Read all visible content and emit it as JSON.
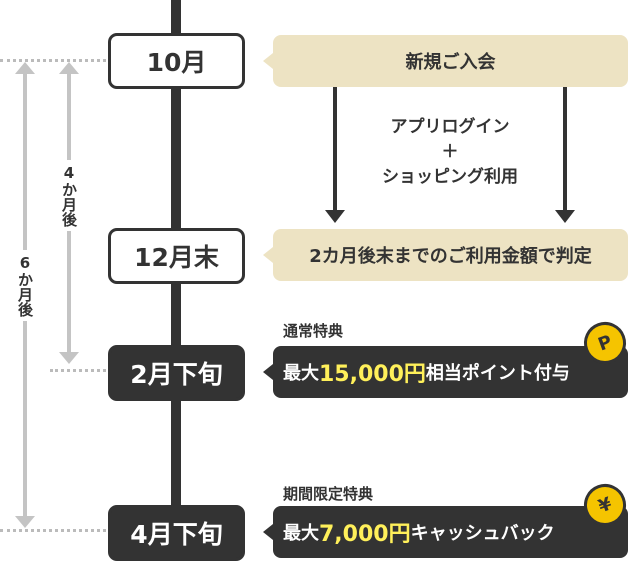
{
  "timeline": [
    {
      "label": "10月",
      "style": "light"
    },
    {
      "label": "12月末",
      "style": "light"
    },
    {
      "label": "2月下旬",
      "style": "dark"
    },
    {
      "label": "4月下旬",
      "style": "dark"
    }
  ],
  "events": {
    "join": "新規ご入会",
    "condition_line1": "アプリログイン",
    "condition_plus": "＋",
    "condition_line2": "ショッピング利用",
    "judge": "2カ月後末までのご利用金額で判定"
  },
  "benefits": [
    {
      "caption": "通常特典",
      "prefix": "最大",
      "amount": "15,000円",
      "suffix": "相当ポイント付与",
      "icon": "point-coin-icon",
      "coin_glyph": "P"
    },
    {
      "caption": "期間限定特典",
      "prefix": "最大",
      "amount": "7,000円",
      "suffix": "キャッシュバック",
      "icon": "yen-coin-icon",
      "coin_glyph": "¥"
    }
  ],
  "durations": {
    "four": "4か月後",
    "six": "6か月後"
  },
  "colors": {
    "dark": "#333333",
    "beige": "#ede3c3",
    "highlight": "#fff05a",
    "coin": "#f5c400"
  }
}
